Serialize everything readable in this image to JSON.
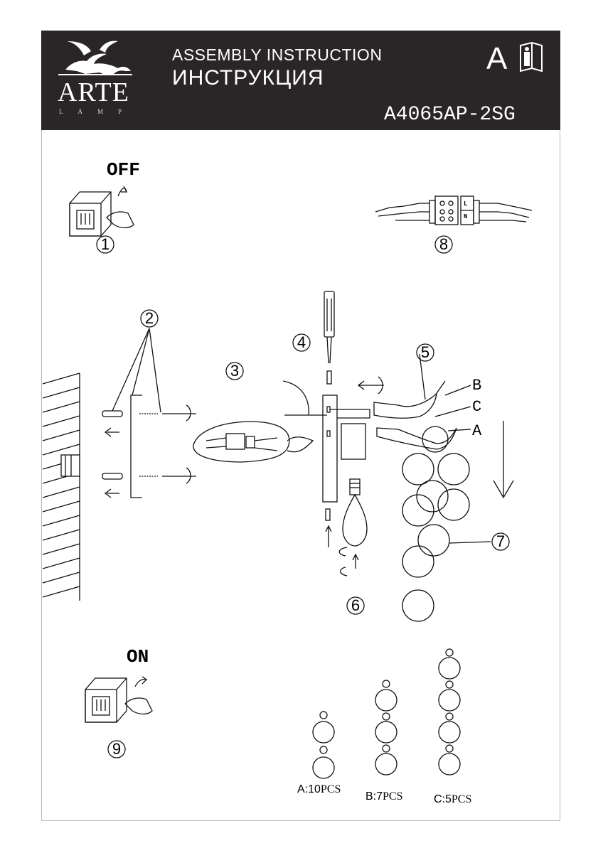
{
  "header": {
    "brand": "ARTE",
    "brand_sub": "LAMP",
    "title_en": "ASSEMBLY INSTRUCTION",
    "title_ru": "ИНСТРУКЦИЯ",
    "doc_letter": "A",
    "model": "A4065AP-2SG"
  },
  "labels": {
    "off": "OFF",
    "on": "ON",
    "part_a": "A",
    "part_b": "B",
    "part_c": "C",
    "terminal_n": "N",
    "terminal_l": "L"
  },
  "steps": [
    "1",
    "2",
    "3",
    "4",
    "5",
    "6",
    "7",
    "8",
    "9"
  ],
  "pieces": [
    {
      "label": "A:10",
      "unit": "PCS"
    },
    {
      "label": "B:7",
      "unit": "PCS"
    },
    {
      "label": "C:5",
      "unit": "PCS"
    }
  ]
}
